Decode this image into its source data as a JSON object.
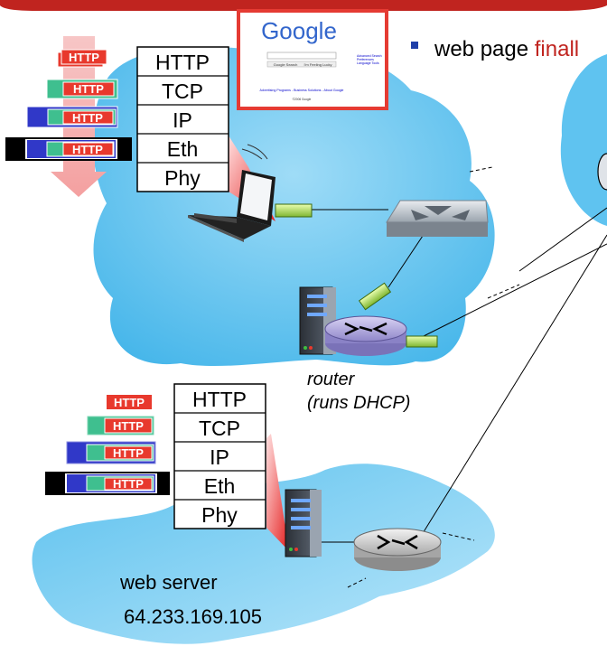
{
  "header": {
    "bullet_text": "web page finall",
    "bullet_prefix": "web page ",
    "bullet_highlight": "finall"
  },
  "client_stack": {
    "layers": [
      "HTTP",
      "TCP",
      "IP",
      "Eth",
      "Phy"
    ]
  },
  "server_stack": {
    "layers": [
      "HTTP",
      "TCP",
      "IP",
      "Eth",
      "Phy"
    ]
  },
  "packets": {
    "label": "HTTP"
  },
  "google_page": {
    "logo": "Google",
    "search_button": "Google Search",
    "lucky_button": "I'm Feeling Lucky",
    "right_links": [
      "Advanced Search",
      "Preferences",
      "Language Tools"
    ],
    "footer_links": "Advertising Programs - Business Solutions - About Google",
    "copyright": "©2006 Google"
  },
  "labels": {
    "router_line1": "router",
    "router_line2": "(runs DHCP)",
    "server_name": "web server",
    "server_ip": "64.233.169.105"
  },
  "colors": {
    "cloud": "#5fc3f0",
    "header_bar": "#c0241f",
    "packet_red": "#e8392d",
    "packet_green": "#3fbf8f",
    "packet_blue": "#3038c8",
    "highlight_text": "#c0241f"
  }
}
